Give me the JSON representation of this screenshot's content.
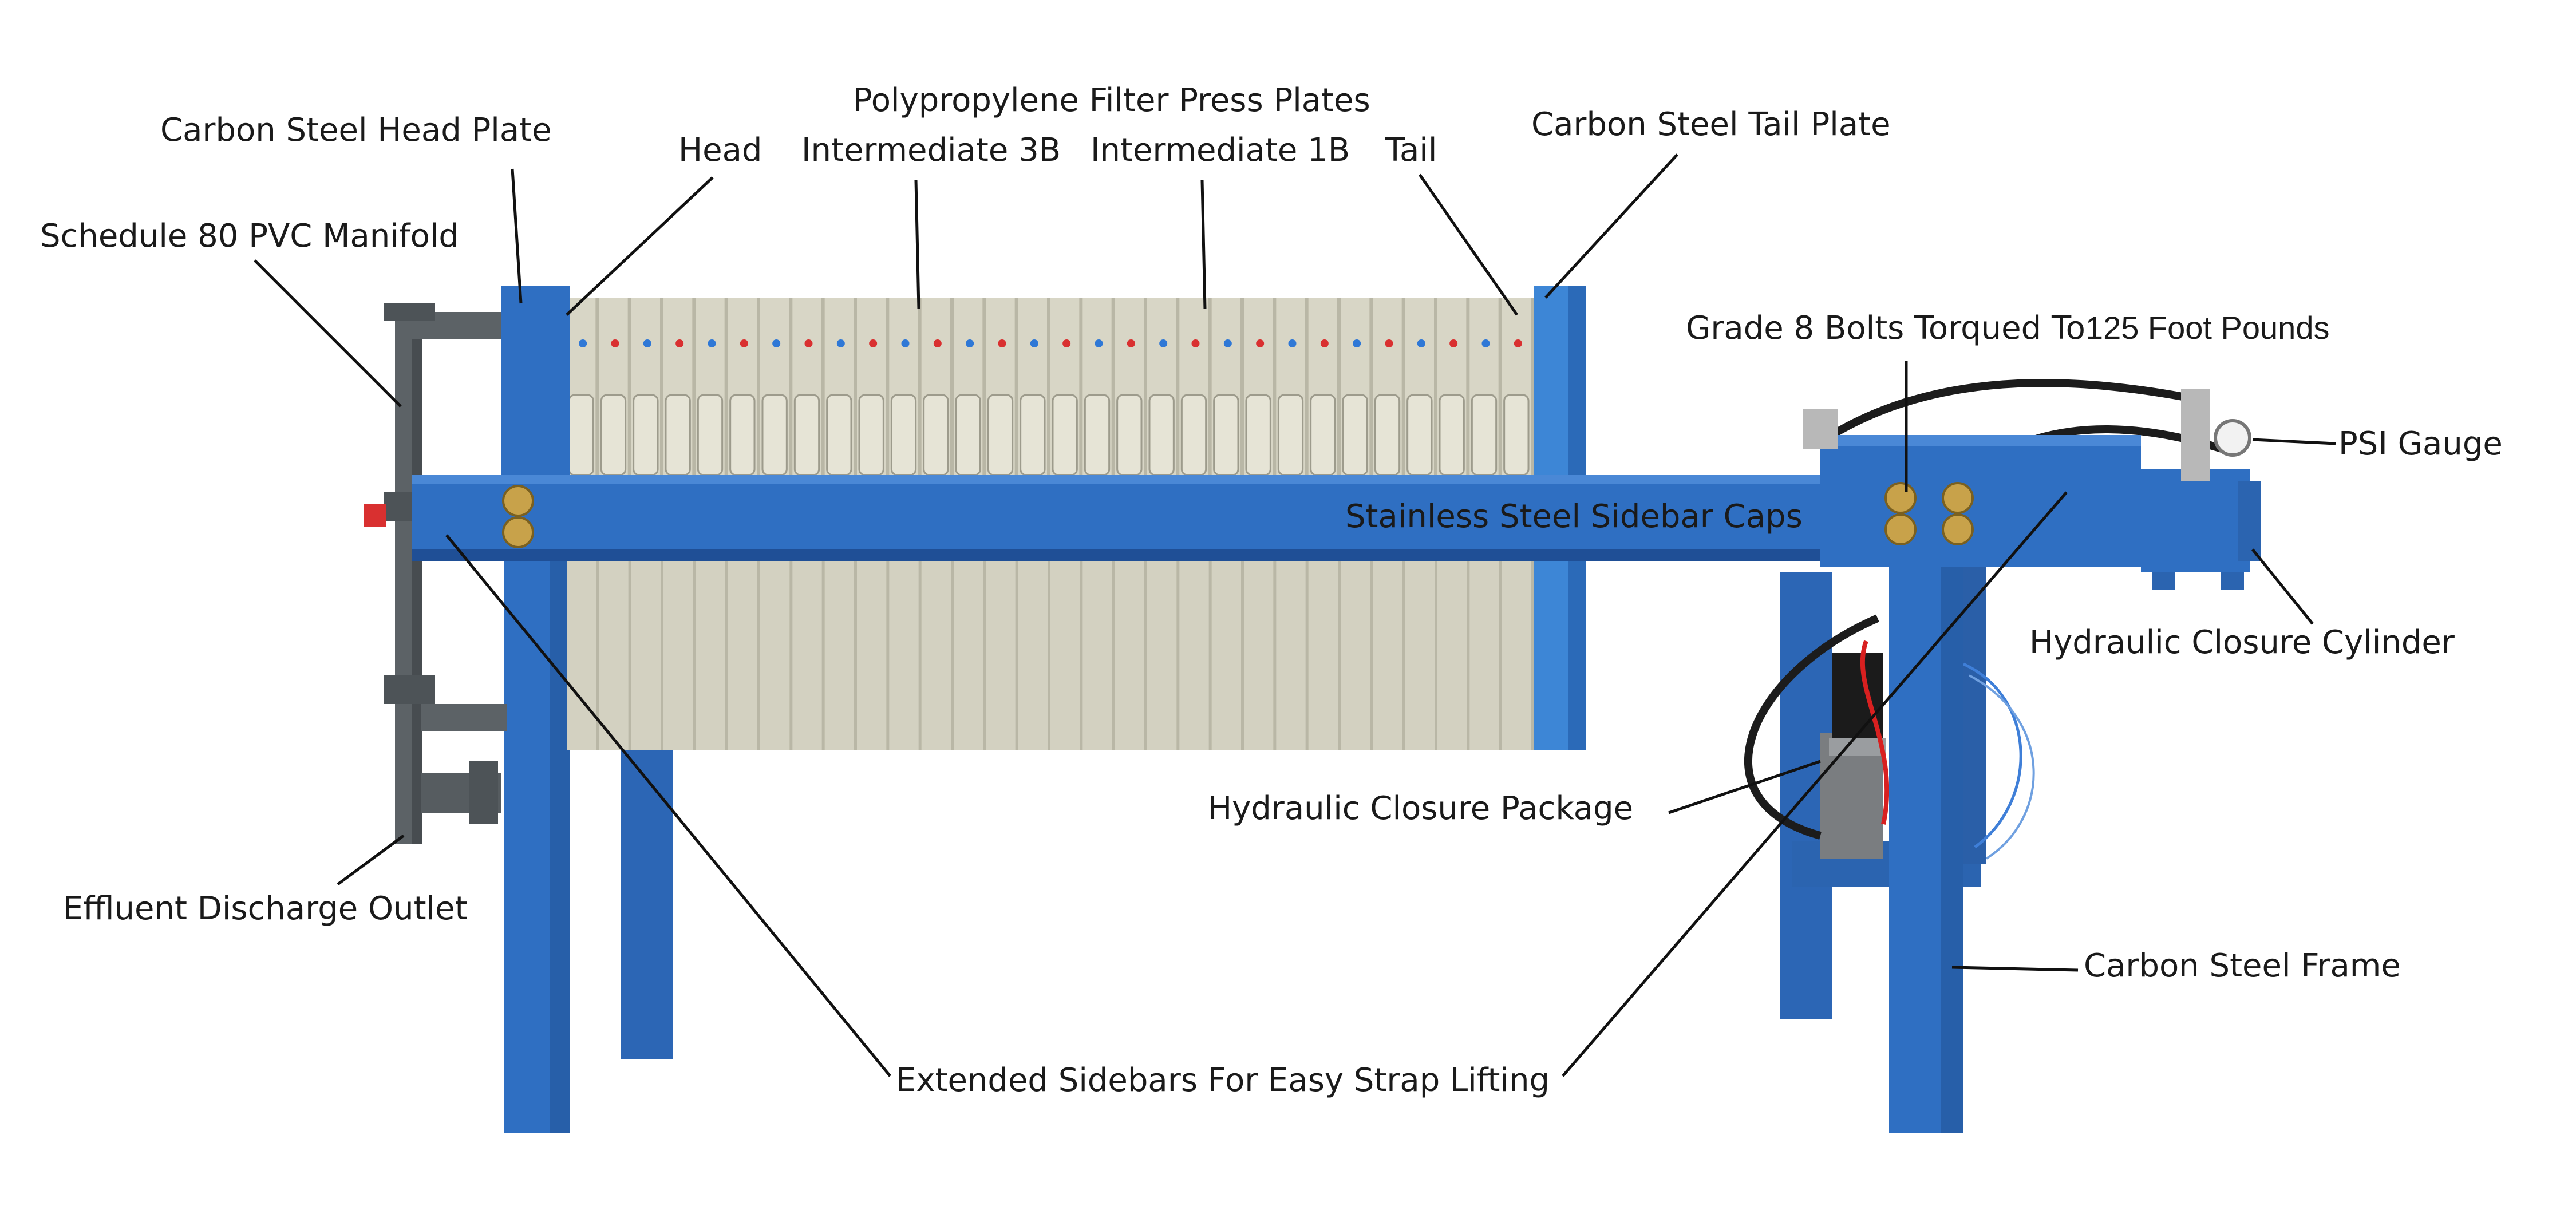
{
  "labels": {
    "head_plate": "Carbon Steel Head Plate",
    "manifold": "Schedule 80 PVC Manifold",
    "head": "Head",
    "poly_plates": "Polypropylene Filter Press Plates",
    "intermediate_3b": "Intermediate 3B",
    "intermediate_1b": "Intermediate 1B",
    "tail": "Tail",
    "tail_plate": "Carbon Steel Tail Plate",
    "bolts_prefix": "Grade 8 Bolts Torqued To",
    "bolts_value": "125 Foot Pounds",
    "psi_gauge": "PSI Gauge",
    "sidebar_caps": "Stainless Steel Sidebar Caps",
    "hyd_cylinder": "Hydraulic Closure Cylinder",
    "hyd_package": "Hydraulic Closure Package",
    "effluent": "Effluent Discharge Outlet",
    "frame": "Carbon Steel Frame",
    "extended_sidebars": "Extended Sidebars For Easy Strap Lifting"
  },
  "colors": {
    "frame_blue": "#2f6fc2",
    "frame_blue_dark": "#1f4f96",
    "plate_beige": "#d8d6c6",
    "plate_shadow": "#b9b7a6",
    "pvc_gray": "#5c6266",
    "brass": "#c8a24a",
    "leader": "#111111",
    "hose": "#1c1c1c"
  },
  "plate_count": 30
}
